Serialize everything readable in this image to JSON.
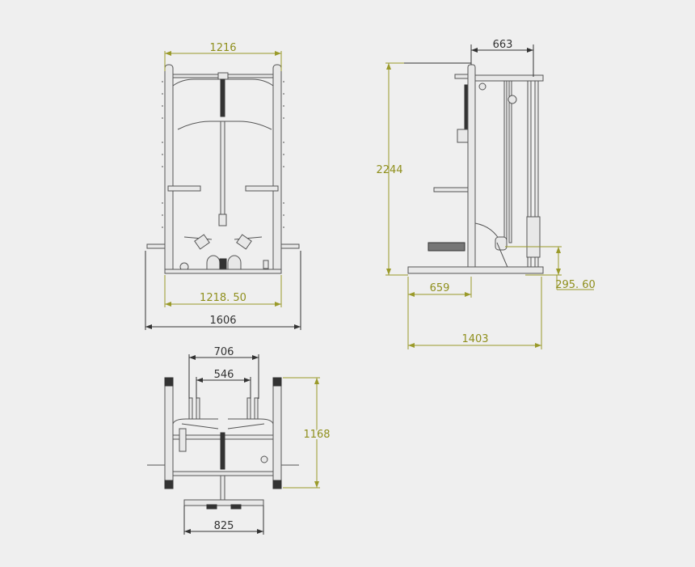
{
  "colors": {
    "dimension_accent": "#9a9a2a",
    "dimension_dark": "#333333",
    "background": "#efefef"
  },
  "front_view": {
    "top_width": "1216",
    "base_inner_width": "1218. 50",
    "overall_width": "1606"
  },
  "side_view": {
    "height": "2244",
    "top_depth": "663",
    "front_depth": "659",
    "overall_depth": "1403",
    "seat_height": "295. 60"
  },
  "top_view": {
    "outer_handle_spacing": "706",
    "inner_handle_spacing": "546",
    "depth": "1168",
    "bench_width": "825"
  }
}
